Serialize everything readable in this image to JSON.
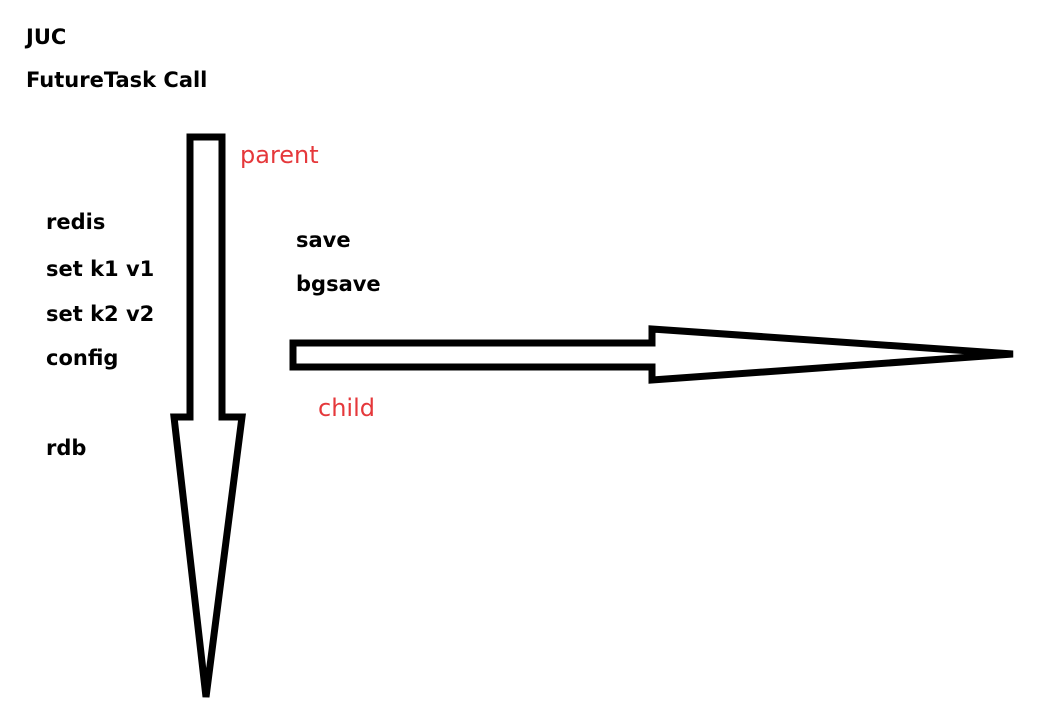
{
  "heading": {
    "line1": "JUC",
    "line2": "FutureTask Call"
  },
  "left_list": [
    "redis",
    "set k1 v1",
    "set k2 v2",
    "config",
    "rdb"
  ],
  "right_list": [
    "save",
    "bgsave"
  ],
  "labels": {
    "parent": "parent",
    "child": "child"
  },
  "colors": {
    "text": "#000000",
    "accent": "#e5383b",
    "stroke": "#000000"
  }
}
